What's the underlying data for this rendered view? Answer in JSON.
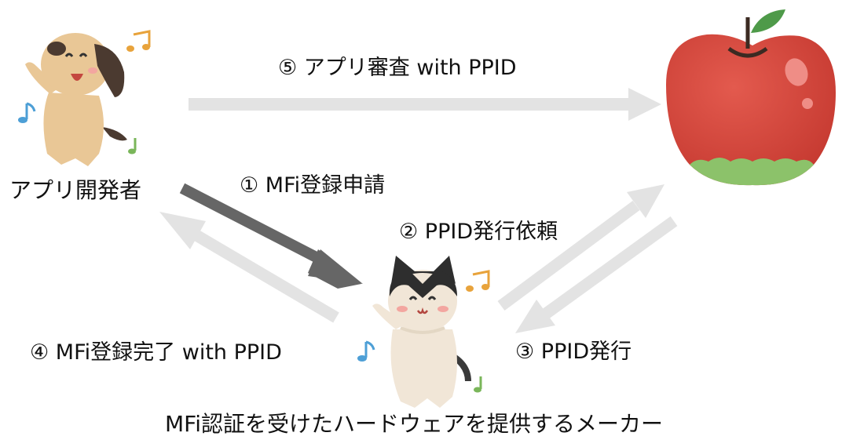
{
  "diagram": {
    "actors": {
      "developer": {
        "label": "アプリ開発者",
        "icon": "dog-character-icon"
      },
      "apple": {
        "label": "",
        "icon": "apple-fruit-icon"
      },
      "maker": {
        "label": "MFi認証を受けたハードウェアを提供するメーカー",
        "icon": "cat-character-icon"
      }
    },
    "steps": [
      {
        "label": "① MFi登録申請",
        "from": "developer",
        "to": "maker",
        "style": "dark"
      },
      {
        "label": "② PPID発行依頼",
        "from": "maker",
        "to": "apple",
        "style": "light"
      },
      {
        "label": "③ PPID発行",
        "from": "apple",
        "to": "maker",
        "style": "light"
      },
      {
        "label": "④ MFi登録完了 with PPID",
        "from": "maker",
        "to": "developer",
        "style": "light"
      },
      {
        "label": "⑤ アプリ審査 with PPID",
        "from": "developer",
        "to": "apple",
        "style": "light"
      }
    ],
    "colors": {
      "arrow_dark": "#666666",
      "arrow_light": "#e3e3e3",
      "apple_red": "#d9473d",
      "apple_green": "#8cc26a",
      "dog": "#e9c796",
      "cat": "#f1e6d7",
      "note_orange": "#e8a33b",
      "note_blue": "#4d9fd6",
      "note_green": "#7ab65a"
    }
  }
}
